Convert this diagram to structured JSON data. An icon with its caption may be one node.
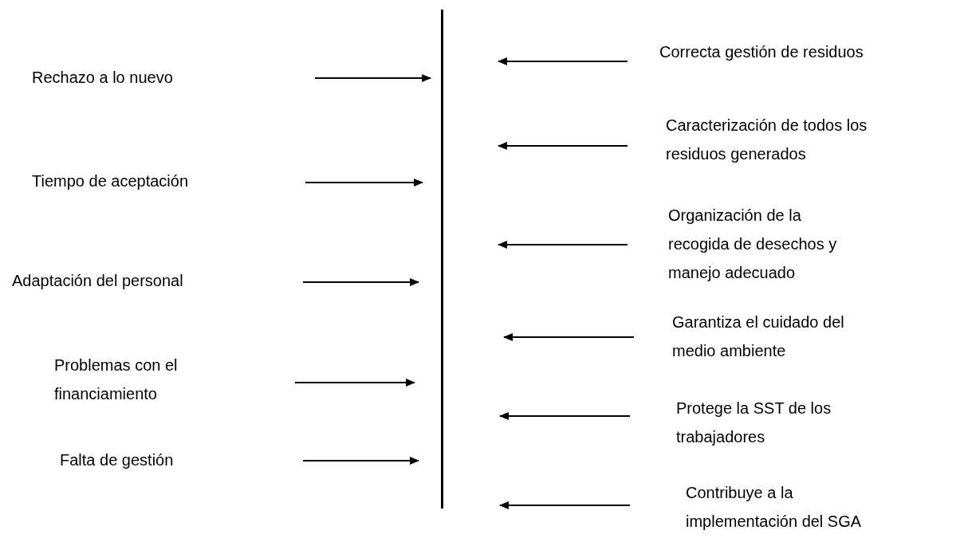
{
  "diagram": {
    "nodes": [
      {
        "text": [],
        "shape": "bar"
      },
      {
        "text": [
          "Rechazo a lo nuevo"
        ]
      },
      {
        "text": [
          "Tiempo de aceptación"
        ]
      },
      {
        "text": [
          "Adaptación del personal"
        ]
      },
      {
        "text": [
          "Problemas con el financiamiento"
        ]
      },
      {
        "text": [
          "Falta de gestión"
        ]
      },
      {
        "text": [
          "Correcta gestión de residuos"
        ]
      },
      {
        "text": [
          "Caracterización de todos los residuos generados"
        ]
      },
      {
        "text": [
          "Organización de la recogida de desechos y manejo adecuado"
        ]
      },
      {
        "text": [
          "Garantiza el cuidado del medio ambiente"
        ]
      },
      {
        "text": [
          "Protege la SST de los trabajadores"
        ]
      },
      {
        "text": [
          "Contribuye a la implementación del SGA"
        ]
      }
    ],
    "edges": [
      {
        "from": null,
        "to": 0,
        "arrow": "to"
      },
      {
        "from": null,
        "to": 0,
        "arrow": "to"
      },
      {
        "from": null,
        "to": 0,
        "arrow": "to"
      },
      {
        "from": null,
        "to": 0,
        "arrow": "to"
      },
      {
        "from": null,
        "to": 0,
        "arrow": "to"
      },
      {
        "from": 6,
        "to": 0,
        "arrow": "to"
      },
      {
        "from": 7,
        "to": 0,
        "arrow": "to"
      },
      {
        "from": 8,
        "to": 0,
        "arrow": "to"
      },
      {
        "from": 9,
        "to": 0,
        "arrow": "to"
      },
      {
        "from": 10,
        "to": 0,
        "arrow": "to"
      },
      {
        "from": 11,
        "to": 0,
        "arrow": "to"
      }
    ]
  }
}
